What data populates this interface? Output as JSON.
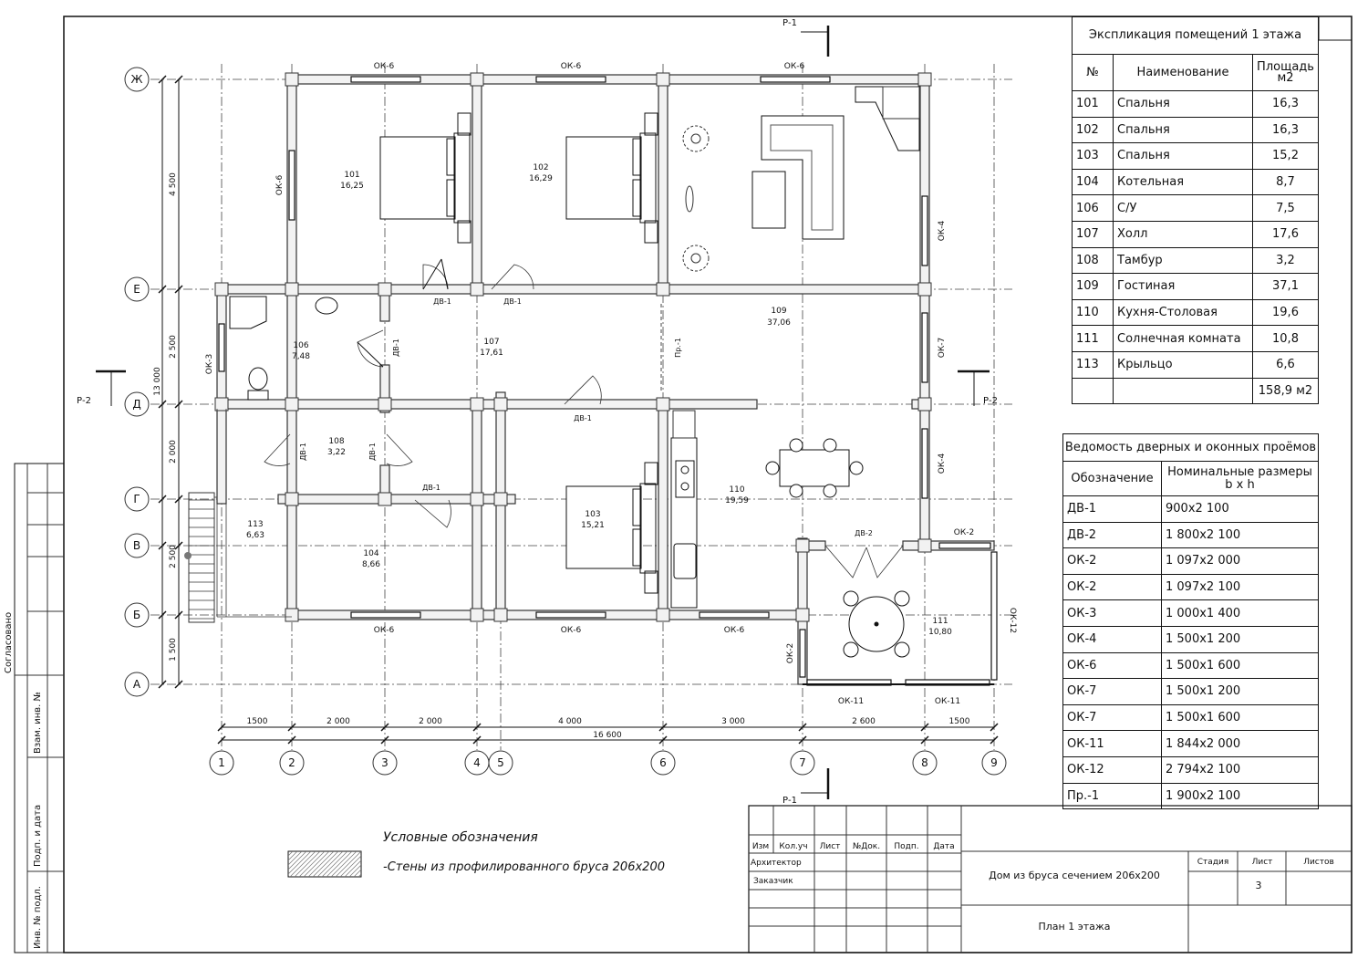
{
  "sheet": {
    "legend_title": "Условные обозначения",
    "legend_item": "-Стены из профилированного бруса 206х200"
  },
  "side_stamp": {
    "soglasovano": "Согласовано",
    "vzam_inv": "Взам. инв. №",
    "podp_data": "Подп. и дата",
    "inv_podl": "Инв. № подл."
  },
  "title_block": {
    "headers": [
      "Изм",
      "Кол.уч",
      "Лист",
      "№Док.",
      "Подп.",
      "Дата"
    ],
    "roles": [
      "Архитектор",
      "Заказчик"
    ],
    "project": "Дом  из бруса сечением 206х200",
    "sheet_name": "План 1 этажа",
    "stage_label": "Стадия",
    "sheet_label": "Лист",
    "sheets_label": "Листов",
    "sheet_number": "3"
  },
  "explication": {
    "title": "Экспликация помещений 1 этажа",
    "col_no": "№",
    "col_name": "Наименование",
    "col_area_1": "Площадь",
    "col_area_2": "м2",
    "rows": [
      {
        "no": "101",
        "name": "Спальня",
        "area": "16,3"
      },
      {
        "no": "102",
        "name": "Спальня",
        "area": "16,3"
      },
      {
        "no": "103",
        "name": "Спальня",
        "area": "15,2"
      },
      {
        "no": "104",
        "name": "Котельная",
        "area": "8,7"
      },
      {
        "no": "106",
        "name": "С/У",
        "area": "7,5"
      },
      {
        "no": "107",
        "name": "Холл",
        "area": "17,6"
      },
      {
        "no": "108",
        "name": "Тамбур",
        "area": "3,2"
      },
      {
        "no": "109",
        "name": "Гостиная",
        "area": "37,1"
      },
      {
        "no": "110",
        "name": "Кухня-Столовая",
        "area": "19,6"
      },
      {
        "no": "111",
        "name": "Солнечная комната",
        "area": "10,8"
      },
      {
        "no": "113",
        "name": "Крыльцо",
        "area": "6,6"
      }
    ],
    "total": "158,9 м2"
  },
  "openings": {
    "title": "Ведомость дверных и оконных проёмов",
    "col_code": "Обозначение",
    "col_size_1": "Номинальные размеры",
    "col_size_2": "b x h",
    "rows": [
      {
        "code": "ДВ-1",
        "size": "900х2 100"
      },
      {
        "code": "ДВ-2",
        "size": "1 800х2 100"
      },
      {
        "code": "ОК-2",
        "size": "1 097х2 000"
      },
      {
        "code": "ОК-2",
        "size": "1 097х2 100"
      },
      {
        "code": "ОК-3",
        "size": "1 000х1 400"
      },
      {
        "code": "ОК-4",
        "size": "1 500х1 200"
      },
      {
        "code": "ОК-6",
        "size": "1 500х1 600"
      },
      {
        "code": "ОК-7",
        "size": "1 500х1 200"
      },
      {
        "code": "ОК-7",
        "size": "1 500х1 600"
      },
      {
        "code": "ОК-11",
        "size": "1 844х2 000"
      },
      {
        "code": "ОК-12",
        "size": "2 794х2 100"
      },
      {
        "code": "Пр.-1",
        "size": "1 900х2 100"
      }
    ]
  },
  "axes": {
    "rows": [
      "Ж",
      "Е",
      "Д",
      "Г",
      "В",
      "Б",
      "А"
    ],
    "cols": [
      "1",
      "2",
      "3",
      "4",
      "5",
      "6",
      "7",
      "8",
      "9"
    ],
    "col_dims": [
      "1500",
      "2 000",
      "2 000",
      "4 000",
      "3 000",
      "2 600",
      "1500"
    ],
    "total_width": "16 600",
    "row_dims": [
      "4 500",
      "2 500",
      "2 000",
      "2 500",
      "1 500"
    ],
    "total_height": "13 000"
  },
  "sections": [
    "Р-1",
    "Р-2"
  ],
  "rooms": [
    {
      "no": "101",
      "area": "16,25"
    },
    {
      "no": "102",
      "area": "16,29"
    },
    {
      "no": "109",
      "area": "37,06"
    },
    {
      "no": "106",
      "area": "7,48"
    },
    {
      "no": "107",
      "area": "17,61"
    },
    {
      "no": "108",
      "area": "3,22"
    },
    {
      "no": "110",
      "area": "19,59"
    },
    {
      "no": "113",
      "area": "6,63"
    },
    {
      "no": "104",
      "area": "8,66"
    },
    {
      "no": "103",
      "area": "15,21"
    },
    {
      "no": "111",
      "area": "10,80"
    }
  ],
  "opening_labels": [
    "ОК-6",
    "ОК-4",
    "ОК-7",
    "ОК-3",
    "ОК-2",
    "ОК-11",
    "ОК-12",
    "ДВ-1",
    "ДВ-2",
    "Пр.-1"
  ]
}
